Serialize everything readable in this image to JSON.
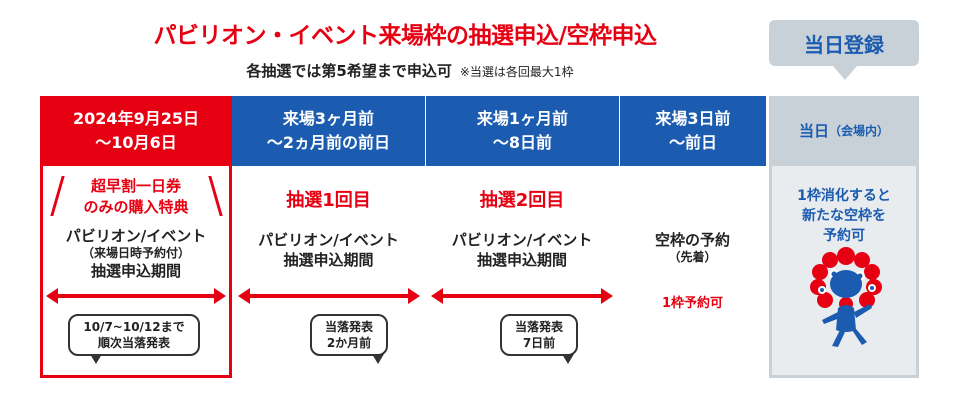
{
  "header": {
    "title": "パビリオン・イベント来場枠の抽選申込/空枠申込",
    "subtitle": "各抽選では第5希望まで申込可",
    "note": "※当選は各回最大1枠"
  },
  "tag": {
    "label": "当日登録"
  },
  "columns": [
    {
      "head_line1": "2024年9月25日",
      "head_line2": "〜10月6日"
    },
    {
      "head_line1": "来場3ヶ月前",
      "head_line2": "〜2ヵ月前の前日"
    },
    {
      "head_line1": "来場1ヶ月前",
      "head_line2": "〜8日前"
    },
    {
      "head_line1": "来場3日前",
      "head_line2": "〜前日"
    },
    {
      "head_main": "当日",
      "head_sub": "（会場内）"
    }
  ],
  "special": {
    "line1": "超早割一日券",
    "line2": "のみの購入特典"
  },
  "rounds": {
    "first": "抽選1回目",
    "second": "抽選2回目"
  },
  "desc": {
    "col1_line1": "パビリオン/イベント",
    "col1_paren": "（来場日時予約付）",
    "col1_line2": "抽選申込期間",
    "col2_line1": "パビリオン/イベント",
    "col2_line2": "抽選申込期間",
    "col3_line1": "パビリオン/イベント",
    "col3_line2": "抽選申込期間",
    "col4_line1": "空枠の予約",
    "col4_paren": "（先着）"
  },
  "availability": "1枠予約可",
  "bubbles": {
    "b1_line1": "10/7~10/12まで",
    "b1_line2": "順次当落発表",
    "b2_line1": "当落発表",
    "b2_line2": "2か月前",
    "b3_line1": "当落発表",
    "b3_line2": "7日前"
  },
  "same_day": {
    "line1": "1枠消化すると",
    "line2": "新たな空枠を",
    "line3": "予約可"
  },
  "colors": {
    "red": "#e60012",
    "blue": "#1b5cb0",
    "gray": "#c9d1d8"
  },
  "icons": {
    "mascot": "myaku-myaku-mascot-icon"
  }
}
